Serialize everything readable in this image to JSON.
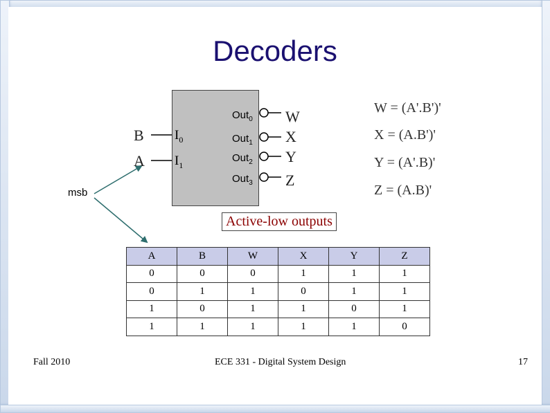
{
  "slide": {
    "title": "Decoders",
    "inputs": [
      {
        "signal": "B",
        "pin": "I",
        "sub": "0"
      },
      {
        "signal": "A",
        "pin": "I",
        "sub": "1"
      }
    ],
    "outputs": [
      {
        "pin": "Out",
        "sub": "0",
        "signal": "W"
      },
      {
        "pin": "Out",
        "sub": "1",
        "signal": "X"
      },
      {
        "pin": "Out",
        "sub": "2",
        "signal": "Y"
      },
      {
        "pin": "Out",
        "sub": "3",
        "signal": "Z"
      }
    ],
    "equations": [
      "W = (A'.B')'",
      "X = (A.B')'",
      "Y = (A'.B)'",
      "Z = (A.B)'"
    ],
    "msb_label": "msb",
    "note": "Active-low outputs",
    "colors": {
      "title": "#1a1070",
      "note_text": "#8b0000",
      "arrow": "#2e6e6e",
      "table_header": "#c9cce8",
      "chip": "#c0c0c0"
    }
  },
  "table": {
    "headers": [
      "A",
      "B",
      "W",
      "X",
      "Y",
      "Z"
    ],
    "rows": [
      [
        "0",
        "0",
        "0",
        "1",
        "1",
        "1"
      ],
      [
        "0",
        "1",
        "1",
        "0",
        "1",
        "1"
      ],
      [
        "1",
        "0",
        "1",
        "1",
        "0",
        "1"
      ],
      [
        "1",
        "1",
        "1",
        "1",
        "1",
        "0"
      ]
    ]
  },
  "footer": {
    "left": "Fall 2010",
    "center": "ECE 331 - Digital System Design",
    "page": "17"
  }
}
